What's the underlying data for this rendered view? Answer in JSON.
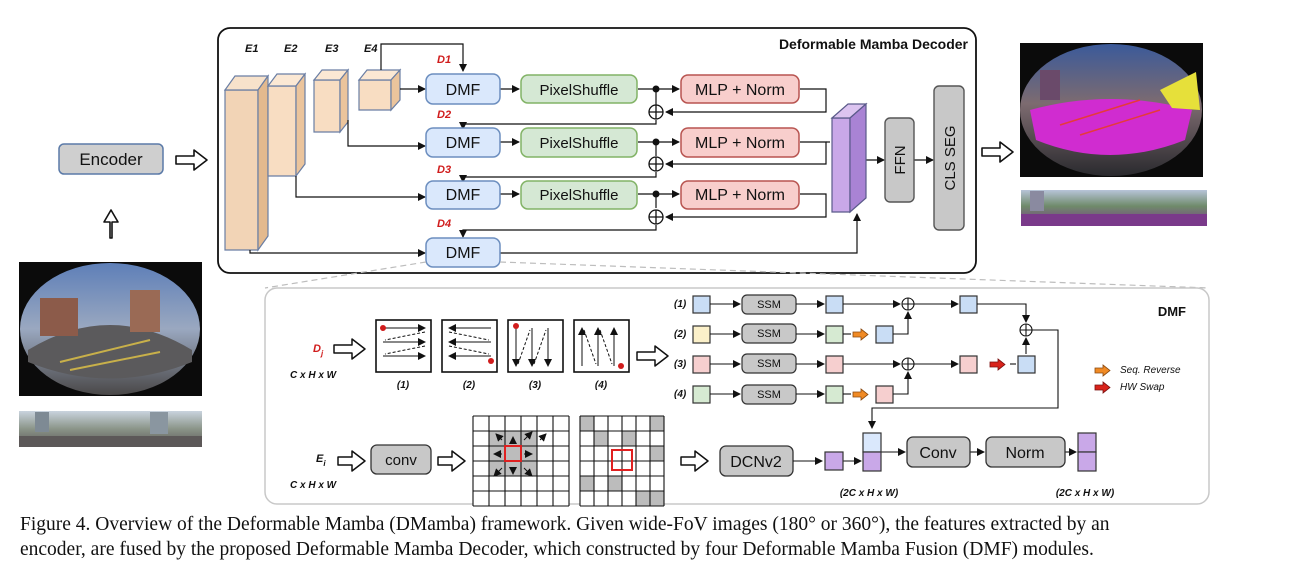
{
  "decoder": {
    "title": "Deformable Mamba Decoder",
    "encoder_features": [
      "E1",
      "E2",
      "E3",
      "E4"
    ],
    "decoder_features": [
      "D1",
      "D2",
      "D3",
      "D4"
    ],
    "dmf_label": "DMF",
    "pixelshuffle_label": "PixelShuffle",
    "mlp_label": "MLP + Norm",
    "ffn_label": "FFN",
    "cls_seg_label": "CLS SEG"
  },
  "encoder": {
    "label": "Encoder"
  },
  "dmf_module": {
    "title": "DMF",
    "input_d": "D",
    "input_d_sub": "j",
    "input_e": "E",
    "input_e_sub": "i",
    "shape_label": "C x H x W",
    "scan_labels": [
      "(1)",
      "(2)",
      "(3)",
      "(4)"
    ],
    "ssm_label": "SSM",
    "conv_label": "conv",
    "dcn_label": "DCNv2",
    "conv2_label": "Conv",
    "norm_label": "Norm",
    "out_shape_label": "(2C x H x W)",
    "legend": [
      {
        "label": "Seq. Reverse",
        "color": "#f08a24"
      },
      {
        "label": "HW Swap",
        "color": "#d9231b"
      }
    ]
  },
  "caption": {
    "line1": "Figure 4. Overview of the Deformable Mamba (DMamba) framework. Given wide-FoV images (180° or 360°), the features extracted by an",
    "line2": "encoder, are fused by the proposed Deformable Mamba Decoder, which constructed by four Deformable Mamba Fusion (DMF) modules."
  },
  "colors": {
    "dmf_fill": "#dae8fc",
    "dmf_stroke": "#6c8ebf",
    "ps_fill": "#d5e8d4",
    "ps_stroke": "#82b366",
    "mlp_fill": "#f8cecc",
    "mlp_stroke": "#b85450",
    "gray_fill": "#c8c8c8",
    "feature_fill": "#f5d9b8",
    "purple_fill": "#c9a8e8"
  }
}
